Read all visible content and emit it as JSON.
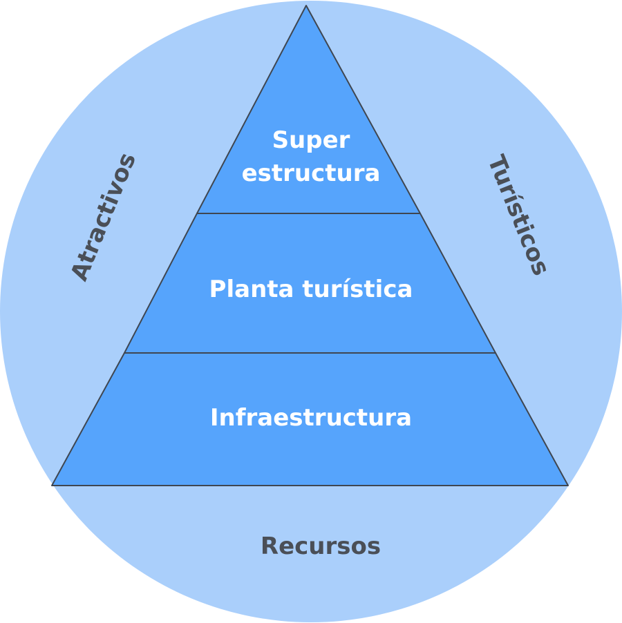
{
  "diagram": {
    "ring": {
      "left_label": "Atractivos",
      "right_label": "Turísticos",
      "bottom_label": "Recursos"
    },
    "pyramid": {
      "top": {
        "line1": "Super",
        "line2": "estructura"
      },
      "middle": {
        "label": "Planta turística"
      },
      "bottom": {
        "label": "Infraestructura"
      }
    },
    "colors": {
      "circle_fill": "#aacffb",
      "pyramid_fill": "#56a4fc",
      "outline": "#3f4650",
      "tier_text": "#ffffff",
      "ring_text": "#4a4f57"
    }
  }
}
